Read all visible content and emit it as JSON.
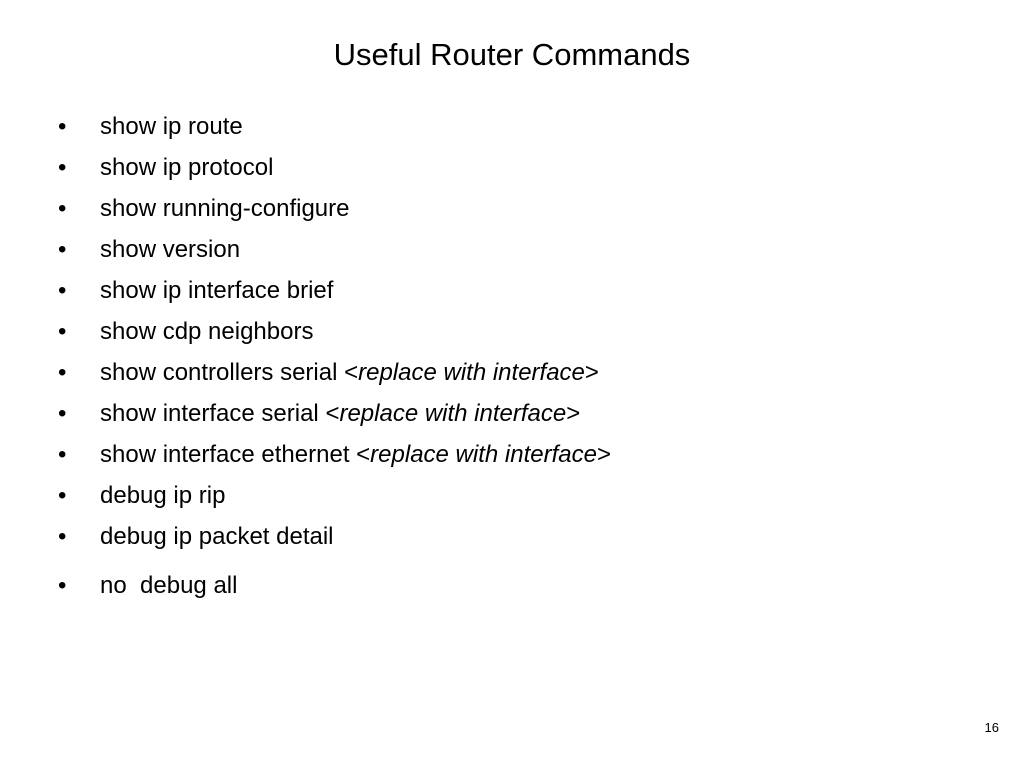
{
  "slide": {
    "title": "Useful Router Commands",
    "bullet_glyph": "•",
    "items": [
      {
        "text": "show ip route",
        "arg": ""
      },
      {
        "text": "show ip protocol",
        "arg": ""
      },
      {
        "text": "show running-configure",
        "arg": ""
      },
      {
        "text": "show version",
        "arg": ""
      },
      {
        "text": "show ip interface brief",
        "arg": ""
      },
      {
        "text": "show cdp neighbors",
        "arg": ""
      },
      {
        "text": "show controllers serial ",
        "arg": "replace with interface"
      },
      {
        "text": "show interface serial ",
        "arg": "replace with interface"
      },
      {
        "text": "show interface ethernet ",
        "arg": "replace with interface"
      },
      {
        "text": "debug ip rip",
        "arg": ""
      },
      {
        "text": "debug ip packet detail",
        "arg": ""
      },
      {
        "text": "no  debug all",
        "arg": ""
      }
    ],
    "arg_open": "<",
    "arg_close": ">",
    "page_number": "16"
  }
}
